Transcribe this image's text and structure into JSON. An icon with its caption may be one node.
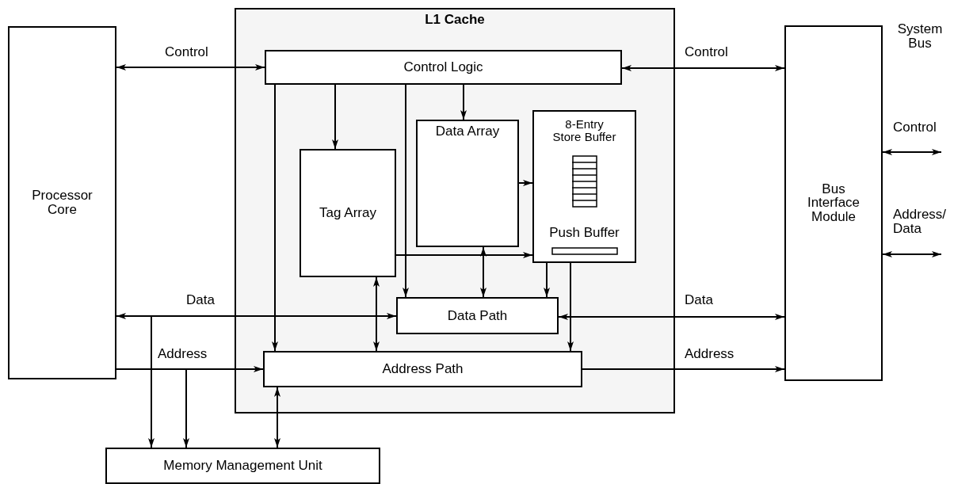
{
  "diagram": {
    "nodes": [
      {
        "text": [
          "Processor Core"
        ]
      },
      {
        "text": [
          "L1 Cache"
        ]
      },
      {
        "text": [
          "Control Logic"
        ],
        "in": 1
      },
      {
        "text": [
          "Data Array"
        ],
        "in": 1
      },
      {
        "text": [
          "Tag Array"
        ],
        "in": 1
      },
      {
        "text": [
          "8-Entry Store Buffer",
          "Push Buffer"
        ],
        "in": 1
      },
      {
        "text": [
          "Data Path"
        ],
        "in": 1
      },
      {
        "text": [
          "Address Path"
        ],
        "in": 1
      },
      {
        "text": [
          "Bus Interface Module"
        ]
      },
      {
        "text": [
          "Memory Management Unit"
        ]
      }
    ],
    "edges": [
      {
        "from": 0,
        "to": 2,
        "arrow": "both",
        "label": "Control"
      },
      {
        "from": 2,
        "to": 8,
        "arrow": "both",
        "label": "Control"
      },
      {
        "from": 8,
        "to": null,
        "arrow": "both",
        "label": "Control"
      },
      {
        "from": 8,
        "to": null,
        "arrow": "both",
        "label": "Address/ Data"
      },
      {
        "from": 2,
        "to": 6,
        "arrow": "to"
      },
      {
        "from": 2,
        "to": 7,
        "arrow": "to"
      },
      {
        "from": 2,
        "to": 4,
        "arrow": "to"
      },
      {
        "from": 2,
        "to": 3,
        "arrow": "to"
      },
      {
        "from": 3,
        "to": 5,
        "arrow": "to"
      },
      {
        "from": 4,
        "to": 5,
        "arrow": "to"
      },
      {
        "from": 3,
        "to": 6,
        "arrow": "both"
      },
      {
        "from": 4,
        "to": 7,
        "arrow": "both"
      },
      {
        "from": 5,
        "to": 6,
        "arrow": "to"
      },
      {
        "from": 5,
        "to": 7,
        "arrow": "to"
      },
      {
        "from": 0,
        "to": 6,
        "arrow": "both",
        "label": "Data"
      },
      {
        "from": 0,
        "to": 7,
        "arrow": "to",
        "label": "Address"
      },
      {
        "from": 6,
        "to": 8,
        "arrow": "both",
        "label": "Data"
      },
      {
        "from": 7,
        "to": 8,
        "arrow": "to",
        "label": "Address"
      },
      {
        "from": 0,
        "to": 9,
        "arrow": "to"
      },
      {
        "from": 0,
        "to": 9,
        "arrow": "to"
      },
      {
        "from": 7,
        "to": 9,
        "arrow": "both"
      }
    ],
    "labels": [
      "System Bus"
    ]
  }
}
